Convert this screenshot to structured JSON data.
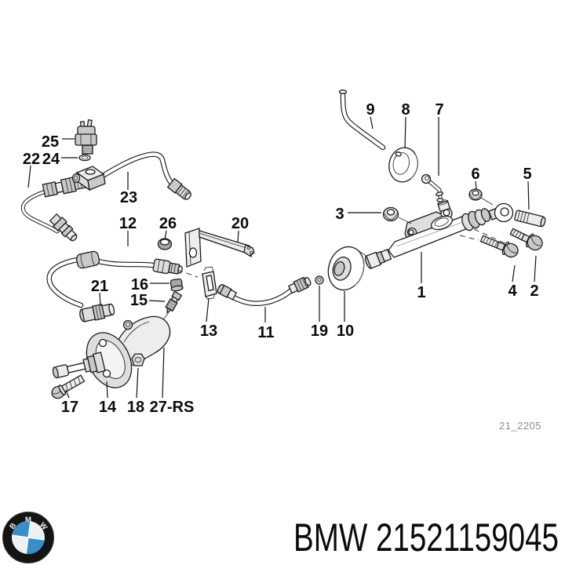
{
  "page": {
    "background": "#ffffff"
  },
  "diagram": {
    "drawing_code": "21_2205",
    "line_color": "#1c1c1c",
    "parts": {
      "p1": "1",
      "p2": "2",
      "p3": "3",
      "p4": "4",
      "p5": "5",
      "p6": "6",
      "p7": "7",
      "p8": "8",
      "p9": "9",
      "p10": "10",
      "p11": "11",
      "p12": "12",
      "p13": "13",
      "p14": "14",
      "p15": "15",
      "p16": "16",
      "p17": "17",
      "p18": "18",
      "p19": "19",
      "p20": "20",
      "p21": "21",
      "p22": "22",
      "p23": "23",
      "p24": "24",
      "p25": "25",
      "p26": "26",
      "p27": "27-RS"
    }
  },
  "footer": {
    "part_number": "BMW 21521159045",
    "logo": {
      "letters": {
        "b": "B",
        "m": "M",
        "w": "W"
      },
      "blue": "#3a8ec7",
      "silver": "#edf1f4",
      "ring": "#141414"
    }
  }
}
